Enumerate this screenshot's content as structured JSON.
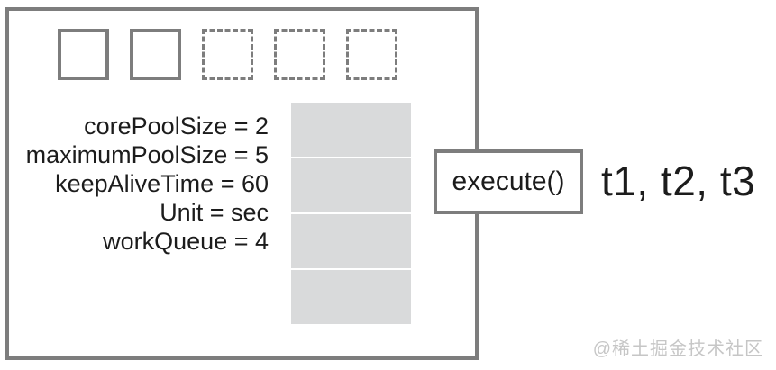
{
  "diagram": {
    "pool": {
      "solid_slots": 2,
      "dashed_slots": 3
    },
    "params": {
      "lines": [
        "corePoolSize = 2",
        "maximumPoolSize = 5",
        "keepAliveTime = 60",
        "Unit = sec",
        "workQueue = 4"
      ]
    },
    "queue": {
      "cells": 4
    },
    "execute_label": "execute()",
    "tasks_label": "t1, t2, t3",
    "watermark": "@稀土掘金技术社区",
    "colors": {
      "border": "#7d7d7d",
      "text": "#1c1c1c",
      "queue_fill": "#d9dadb",
      "watermark": "#c6c6c6"
    }
  }
}
